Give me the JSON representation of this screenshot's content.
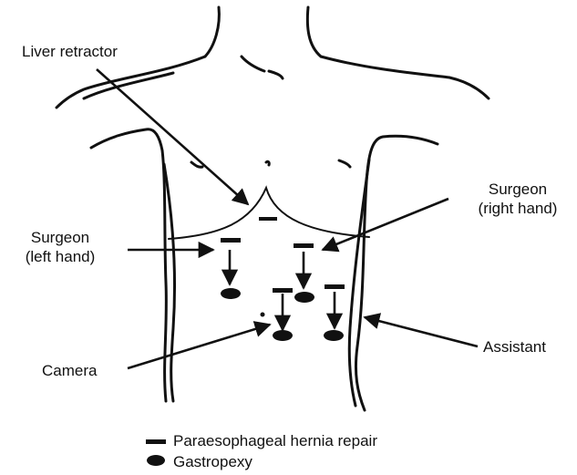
{
  "labels": {
    "liver_retractor": "Liver retractor",
    "surgeon_left_line1": "Surgeon",
    "surgeon_left_line2": "(left hand)",
    "surgeon_right_line1": "Surgeon",
    "surgeon_right_line2": "(right hand)",
    "camera": "Camera",
    "assistant": "Assistant"
  },
  "legend": {
    "dash_label": "Paraesophageal hernia repair",
    "oval_label": "Gastropexy"
  },
  "colors": {
    "ink": "#111111",
    "background": "#ffffff"
  }
}
